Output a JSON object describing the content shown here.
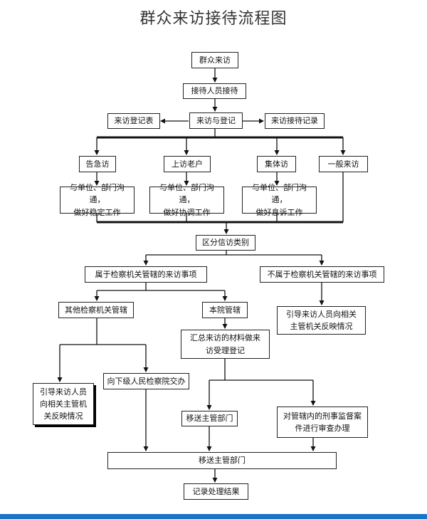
{
  "title": "群众来访接待流程图",
  "nodes": {
    "visit": "群众来访",
    "reception": "接待人员接待",
    "register": "来访与登记",
    "reg_form": "来访登记表",
    "reg_record": "来访接待记录",
    "urgent": "告急访",
    "petitioner": "上访老户",
    "group": "集体访",
    "general": "一般来访",
    "urgent_action": "与单位、部门沟通，\n做好稳定工作",
    "petitioner_action": "与单位、部门沟通，\n做好协调工作",
    "group_action": "与单位、部门沟通，\n做好息诉工作",
    "classify": "区分信访类别",
    "under": "属于检察机关管辖的来访事项",
    "not_under": "不属于检察机关管辖的来访事项",
    "guide_main": "引导来访人员向相关\n主管机关反映情况",
    "other": "其他检察机关管辖",
    "this_court": "本院管辖",
    "summary": "汇总来访的材料做来\n访受理登记",
    "guide_other": "引导来访人员\n向相关主管机\n关反映情况",
    "lower": "向下级人民检察院交办",
    "transfer1": "移送主管部门",
    "review": "对管辖内的刑事监督案\n件进行审查办理",
    "transfer2": "移送主管部门",
    "record": "记录处理结果"
  }
}
